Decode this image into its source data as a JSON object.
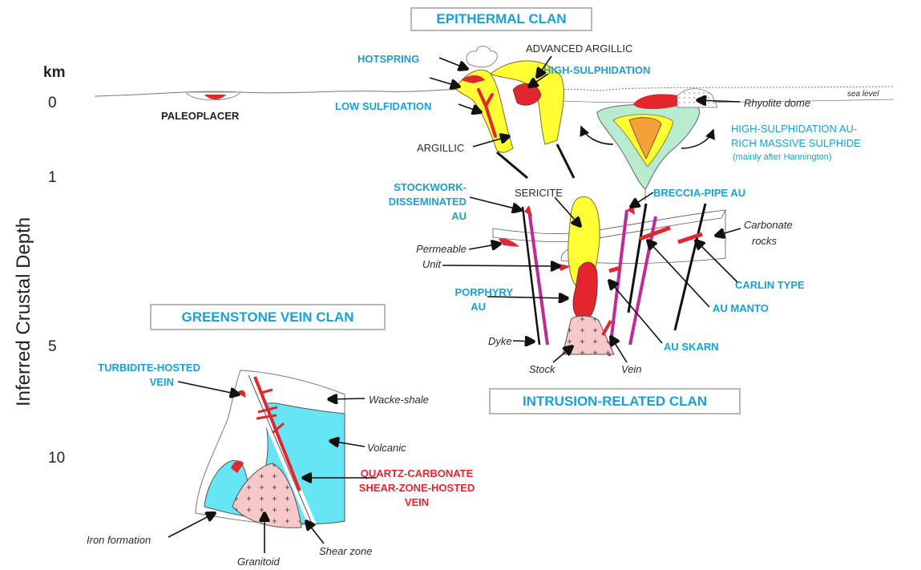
{
  "clans": {
    "epithermal": "EPITHERMAL CLAN",
    "greenstone": "GREENSTONE VEIN CLAN",
    "intrusion": "INTRUSION-RELATED CLAN"
  },
  "depth_axis": {
    "title": "Inferred Crustal Depth",
    "unit": "km",
    "ticks": [
      "0",
      "1",
      "5",
      "10"
    ]
  },
  "deposit_labels": {
    "hotspring": "HOTSPRING",
    "high_sulph": "HIGH-SULPHIDATION",
    "low_sulf": "LOW SULFIDATION",
    "paleoplacer": "PALEOPLACER",
    "stockwork": [
      "STOCKWORK-",
      "DISSEMINATED",
      "AU"
    ],
    "breccia": "BRECCIA-PIPE AU",
    "porphyry": [
      "PORPHYRY",
      "AU"
    ],
    "carlin": "CARLIN TYPE",
    "au_manto": "AU MANTO",
    "au_skarn": "AU SKARN",
    "hs_massive": [
      "HIGH-SULPHIDATION AU-",
      "RICH MASSIVE SULPHIDE"
    ],
    "hs_note": "(mainly after Hannington)",
    "turbidite": [
      "TURBIDITE-HOSTED",
      "VEIN"
    ],
    "qc_vein": [
      "QUARTZ-CARBONATE",
      "SHEAR-ZONE-HOSTED",
      "VEIN"
    ]
  },
  "alteration_labels": {
    "advanced_argillic": "ADVANCED ARGILLIC",
    "argillic": "ARGILLIC",
    "sericite": "SERICITE"
  },
  "rock_labels": {
    "rhyolite": "Rhyolite dome",
    "sea_level": "sea level",
    "carbonate": [
      "Carbonate",
      "rocks"
    ],
    "permeable": [
      "Permeable",
      "Unit"
    ],
    "dyke": "Dyke",
    "stock": "Stock",
    "vein": "Vein",
    "wacke": "Wacke-shale",
    "volcanic": "Volcanic",
    "iron": "Iron formation",
    "granitoid": "Granitoid",
    "shear": "Shear zone"
  },
  "colors": {
    "clan_text": "#1aa0d8",
    "ore_red": "#e3262e",
    "alteration_yellow": "#ffff33",
    "volcanic_cyan": "#66e5f5",
    "granitoid_pink": "#f8c8c8",
    "dyke_magenta": "#c0299a",
    "sulphide_green": "#b8ecd0"
  }
}
